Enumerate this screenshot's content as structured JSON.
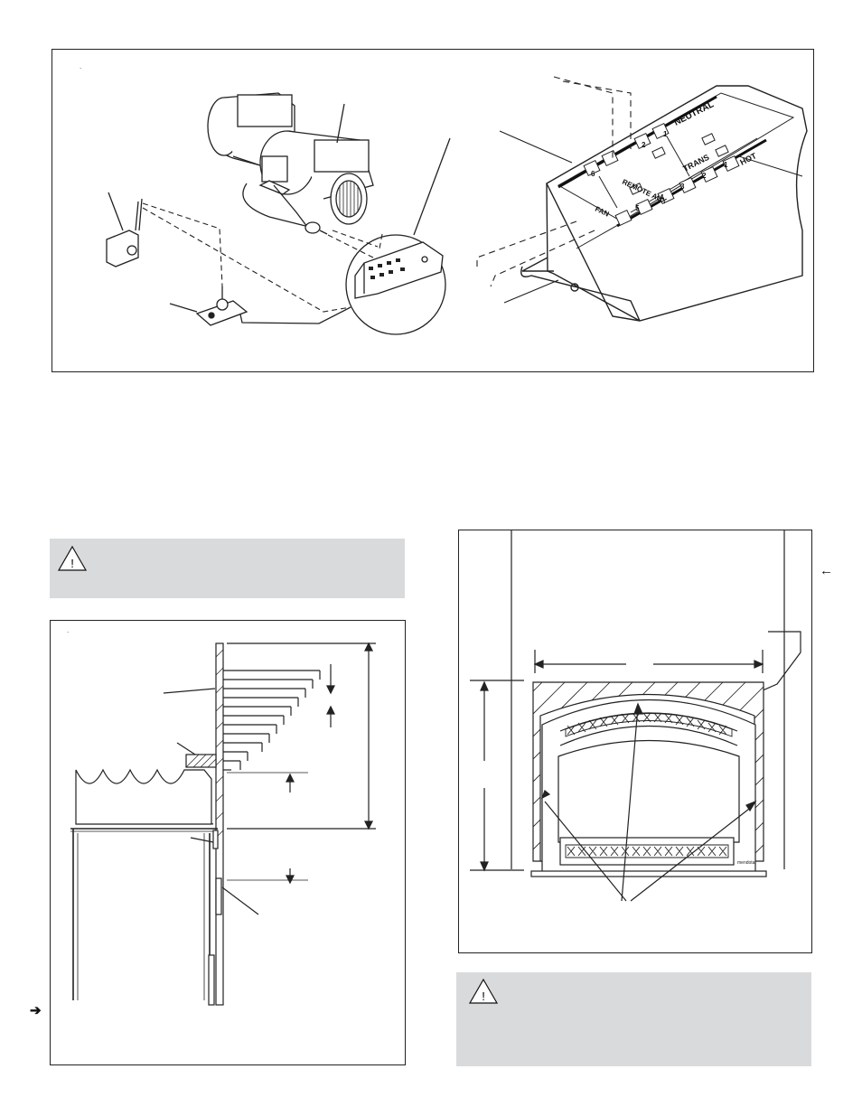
{
  "figure_top": {
    "dot": ".",
    "terminal_labels": {
      "neutral": "NEUTRAL",
      "trans": "TRANS",
      "hot": "HOT",
      "remote": "REMOTE AUX",
      "fan": "FAN",
      "n1": "1",
      "n2": "2",
      "h1": "1",
      "h2": "2",
      "h3": "3",
      "h4": "4",
      "h5": "5",
      "h6": "6"
    }
  },
  "figure_left": {
    "dot": "."
  },
  "figure_right": {
    "brand": "mendota"
  },
  "markers": {
    "right_arrow": "←",
    "left_arrow": "➔",
    "warning_symbol": "!"
  },
  "colors": {
    "warning_bg": "#d9dadb",
    "line": "#222222"
  }
}
